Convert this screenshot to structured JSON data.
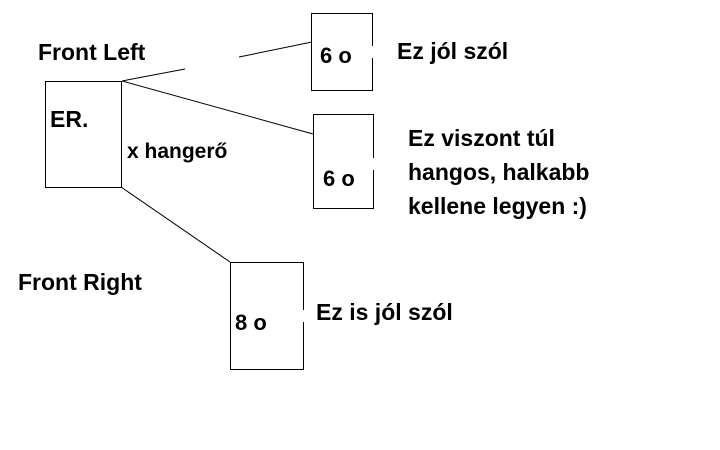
{
  "labels": {
    "front_left": "Front Left",
    "front_right": "Front Right",
    "volume": "x hangerő"
  },
  "source": {
    "label": "ER."
  },
  "speakers": [
    {
      "label": "6 o",
      "comment_lines": [
        "Ez jól szól"
      ]
    },
    {
      "label": "6 o",
      "comment_lines": [
        "Ez viszont túl",
        "hangos, halkabb",
        "kellene legyen :)"
      ]
    },
    {
      "label": "8 o",
      "comment_lines": [
        "Ez is jól szól"
      ]
    }
  ]
}
